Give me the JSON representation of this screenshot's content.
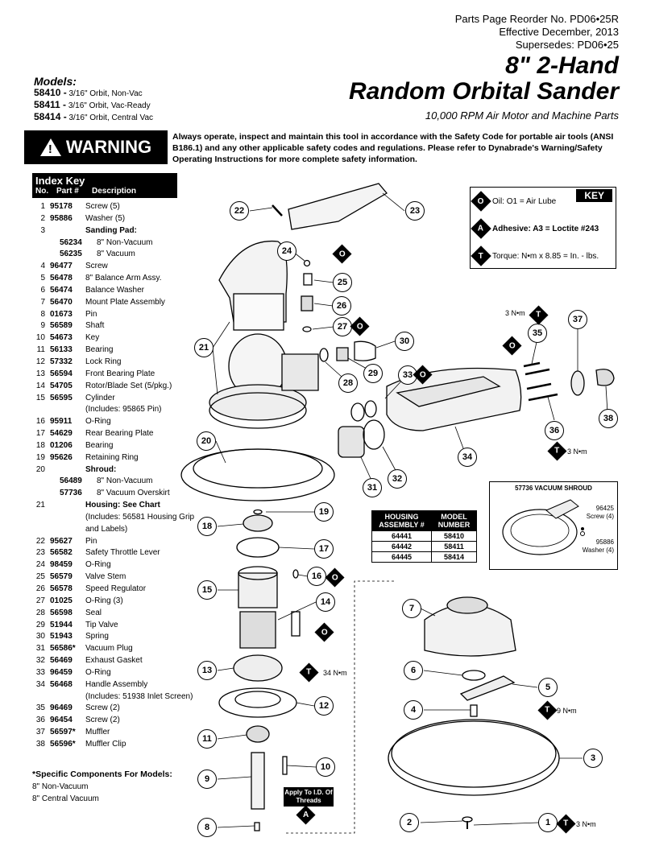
{
  "header": {
    "reorder": "Parts Page Reorder No. PD06•25R",
    "effective": "Effective December, 2013",
    "supersedes": "Supersedes: PD06•25",
    "title_line1": "8\" 2-Hand",
    "title_line2": "Random Orbital Sander",
    "subtitle": "10,000 RPM Air Motor and Machine Parts"
  },
  "models": {
    "heading": "Models:",
    "items": [
      {
        "num": "58410 -",
        "desc": "3/16\" Orbit, Non-Vac"
      },
      {
        "num": "58411 -",
        "desc": "3/16\" Orbit, Vac-Ready"
      },
      {
        "num": "58414 -",
        "desc": "3/16\" Orbit, Central Vac"
      }
    ]
  },
  "warning": {
    "label": "WARNING",
    "text": "Always operate, inspect and maintain this tool in accordance with the Safety Code for portable air tools (ANSI B186.1) and any other applicable safety codes and regulations. Please refer to Dynabrade's Warning/Safety Operating Instructions for more complete safety information."
  },
  "index": {
    "title": "Index Key",
    "col_no": "No.",
    "col_part": "Part #",
    "col_desc": "Description",
    "rows": [
      {
        "n": "1",
        "p": "95178",
        "d": "Screw (5)"
      },
      {
        "n": "2",
        "p": "95886",
        "d": "Washer (5)"
      },
      {
        "n": "3",
        "p": "",
        "d": "Sanding Pad:",
        "hd": true
      },
      {
        "n": "",
        "p": "56234",
        "d": "8\" Non-Vacuum",
        "sub": true
      },
      {
        "n": "",
        "p": "56235",
        "d": "8\" Vacuum",
        "sub": true
      },
      {
        "n": "4",
        "p": "96477",
        "d": "Screw"
      },
      {
        "n": "5",
        "p": "56478",
        "d": "8\" Balance Arm Assy."
      },
      {
        "n": "6",
        "p": "56474",
        "d": "Balance Washer"
      },
      {
        "n": "7",
        "p": "56470",
        "d": "Mount Plate Assembly"
      },
      {
        "n": "8",
        "p": "01673",
        "d": "Pin"
      },
      {
        "n": "9",
        "p": "56589",
        "d": "Shaft"
      },
      {
        "n": "10",
        "p": "54673",
        "d": "Key"
      },
      {
        "n": "11",
        "p": "56133",
        "d": "Bearing"
      },
      {
        "n": "12",
        "p": "57332",
        "d": "Lock Ring"
      },
      {
        "n": "13",
        "p": "56594",
        "d": "Front Bearing Plate"
      },
      {
        "n": "14",
        "p": "54705",
        "d": "Rotor/Blade Set (5/pkg.)"
      },
      {
        "n": "15",
        "p": "56595",
        "d": "Cylinder"
      },
      {
        "n": "",
        "p": "",
        "d": "(Includes: 95865 Pin)",
        "cont": true
      },
      {
        "n": "16",
        "p": "95911",
        "d": "O-Ring"
      },
      {
        "n": "17",
        "p": "54629",
        "d": "Rear Bearing Plate"
      },
      {
        "n": "18",
        "p": "01206",
        "d": "Bearing"
      },
      {
        "n": "19",
        "p": "95626",
        "d": "Retaining Ring"
      },
      {
        "n": "20",
        "p": "",
        "d": "Shroud:",
        "hd": true
      },
      {
        "n": "",
        "p": "56489",
        "d": "8\" Non-Vacuum",
        "sub": true
      },
      {
        "n": "",
        "p": "57736",
        "d": "8\" Vacuum Overskirt",
        "sub": true
      },
      {
        "n": "21",
        "p": "",
        "d": "Housing: See Chart",
        "hd": true
      },
      {
        "n": "",
        "p": "",
        "d": "(Includes: 56581 Housing Grip",
        "cont": true
      },
      {
        "n": "",
        "p": "",
        "d": "and Labels)",
        "cont": true
      },
      {
        "n": "22",
        "p": "95627",
        "d": "Pin"
      },
      {
        "n": "23",
        "p": "56582",
        "d": "Safety Throttle Lever"
      },
      {
        "n": "24",
        "p": "98459",
        "d": "O-Ring"
      },
      {
        "n": "25",
        "p": "56579",
        "d": "Valve Stem"
      },
      {
        "n": "26",
        "p": "56578",
        "d": "Speed Regulator"
      },
      {
        "n": "27",
        "p": "01025",
        "d": "O-Ring (3)"
      },
      {
        "n": "28",
        "p": "56598",
        "d": "Seal"
      },
      {
        "n": "29",
        "p": "51944",
        "d": "Tip Valve"
      },
      {
        "n": "30",
        "p": "51943",
        "d": "Spring"
      },
      {
        "n": "31",
        "p": "56586*",
        "d": "Vacuum Plug"
      },
      {
        "n": "32",
        "p": "56469",
        "d": "Exhaust Gasket"
      },
      {
        "n": "33",
        "p": "96459",
        "d": "O-Ring"
      },
      {
        "n": "34",
        "p": "56468",
        "d": "Handle Assembly"
      },
      {
        "n": "",
        "p": "",
        "d": "(Includes: 51938 Inlet Screen)",
        "cont": true
      },
      {
        "n": "35",
        "p": "96469",
        "d": "Screw (2)"
      },
      {
        "n": "36",
        "p": "96454",
        "d": "Screw (2)"
      },
      {
        "n": "37",
        "p": "56597*",
        "d": "Muffler"
      },
      {
        "n": "38",
        "p": "56596*",
        "d": "Muffler Clip"
      }
    ]
  },
  "specific": {
    "heading": "*Specific Components For Models:",
    "line1": "8\" Non-Vacuum",
    "line2": "8\" Central Vacuum"
  },
  "key": {
    "label": "KEY",
    "oil_sym": "O",
    "oil": "Oil: O1 = Air Lube",
    "adh_sym": "A",
    "adh": "Adhesive: A3 = Loctite #243",
    "torq_sym": "T",
    "torq": "Torque: N•m x 8.85 = In. - lbs."
  },
  "housing_table": {
    "h1": "HOUSING ASSEMBLY #",
    "h2": "MODEL NUMBER",
    "rows": [
      [
        "64441",
        "58410"
      ],
      [
        "64442",
        "58411"
      ],
      [
        "64445",
        "58414"
      ]
    ]
  },
  "shroud_inset": {
    "title": "57736 VACUUM SHROUD",
    "screw_num": "96425",
    "screw": "Screw (4)",
    "washer_num": "95886",
    "washer": "Washer (4)"
  },
  "torques": {
    "t35": "3 N•m",
    "t36": "3 N•m",
    "t13": "34 N•m",
    "t4": "9 N•m",
    "t1": "3 N•m"
  },
  "threads_note": "Apply To I.D. Of Threads",
  "callouts": [
    "1",
    "2",
    "3",
    "4",
    "5",
    "6",
    "7",
    "8",
    "9",
    "10",
    "11",
    "12",
    "13",
    "14",
    "15",
    "16",
    "17",
    "18",
    "19",
    "20",
    "21",
    "22",
    "23",
    "24",
    "25",
    "26",
    "27",
    "28",
    "29",
    "30",
    "31",
    "32",
    "33",
    "34",
    "35",
    "36",
    "37",
    "38"
  ]
}
